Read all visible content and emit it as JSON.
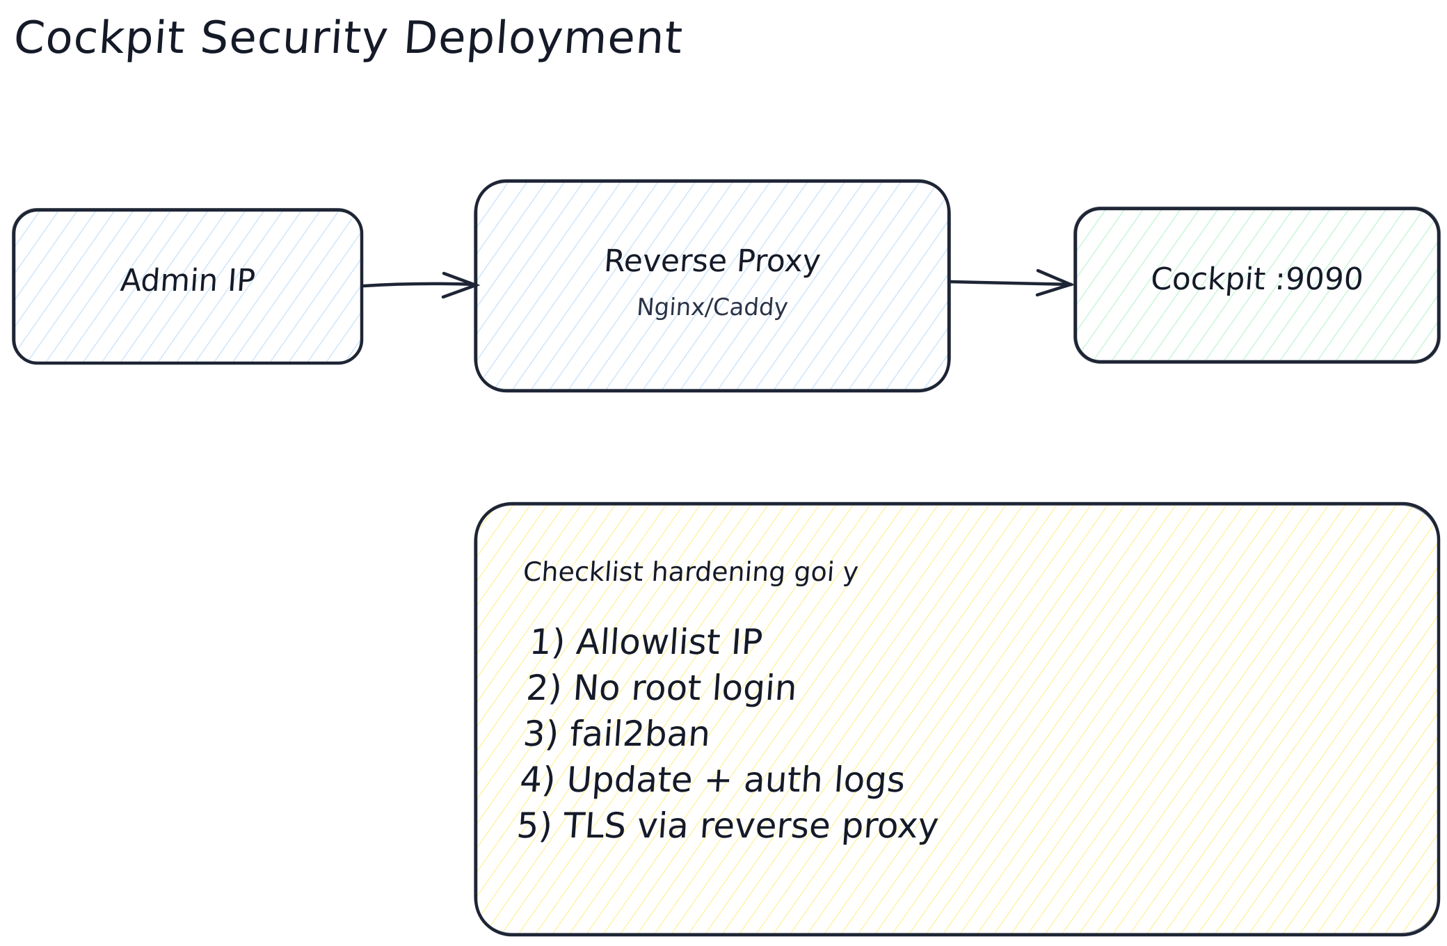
{
  "diagram": {
    "title": "Cockpit Security Deployment",
    "colors": {
      "stroke": "#1e2535",
      "hatch_blue": "#cfe6fb",
      "hatch_green": "#c9f5da",
      "hatch_yellow": "#fff3a8",
      "text": "#151a28"
    },
    "nodes": [
      {
        "id": "admin-ip",
        "label": "Admin IP",
        "sublabel": null,
        "fill": "blue"
      },
      {
        "id": "reverse-proxy",
        "label": "Reverse Proxy",
        "sublabel": "Nginx/Caddy",
        "fill": "blue"
      },
      {
        "id": "cockpit",
        "label": "Cockpit :9090",
        "sublabel": null,
        "fill": "green"
      }
    ],
    "edges": [
      {
        "from": "admin-ip",
        "to": "reverse-proxy"
      },
      {
        "from": "reverse-proxy",
        "to": "cockpit"
      }
    ],
    "checklist": {
      "title": "Checklist hardening goi y",
      "items": [
        "1) Allowlist IP",
        "2) No root login",
        "3) fail2ban",
        "4) Update + auth logs",
        "5) TLS via reverse proxy"
      ],
      "fill": "yellow"
    }
  }
}
